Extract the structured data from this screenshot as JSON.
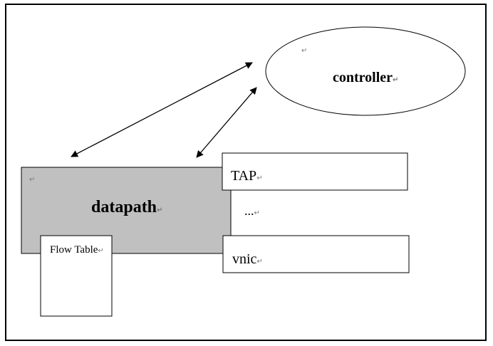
{
  "nodes": {
    "controller": "controller",
    "datapath": "datapath",
    "tap": "TAP",
    "ellipsis": "...",
    "vnic": "vnic",
    "flow_table": "Flow Table"
  },
  "marks": {
    "paragraph": "↵"
  },
  "colors": {
    "datapath_fill": "#c0c0c0",
    "stroke": "#000000"
  }
}
